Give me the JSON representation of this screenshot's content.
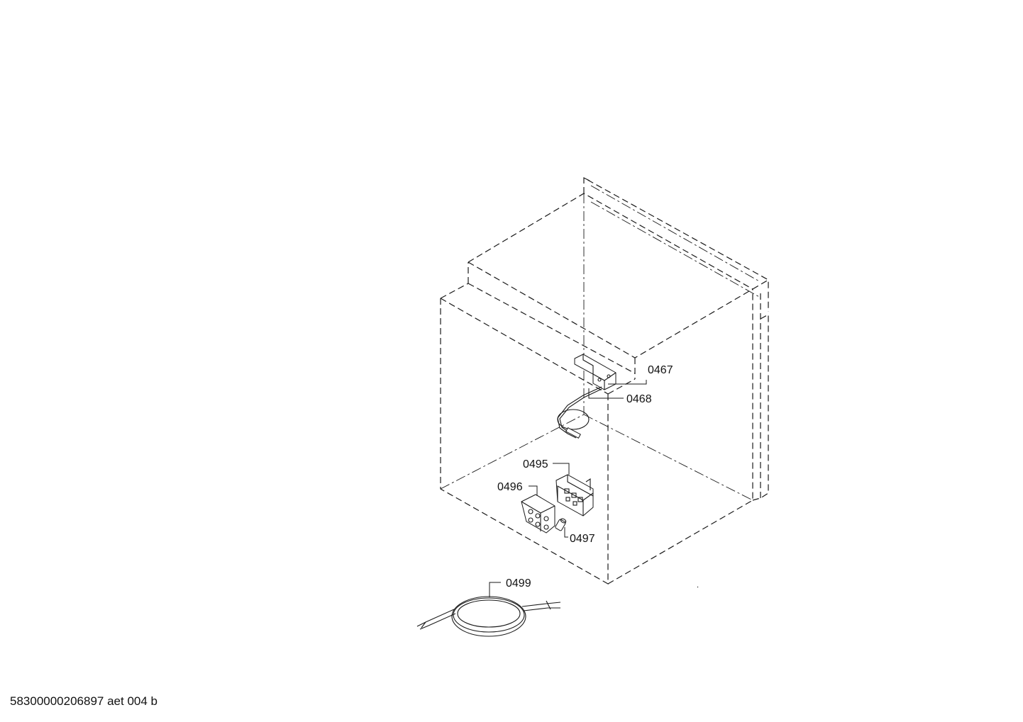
{
  "callouts": {
    "c0467": "0467",
    "c0468": "0468",
    "c0495": "0495",
    "c0496": "0496",
    "c0497": "0497",
    "c0499": "0499"
  },
  "footer": {
    "doc_code": "58300000206897 aet 004 b"
  }
}
